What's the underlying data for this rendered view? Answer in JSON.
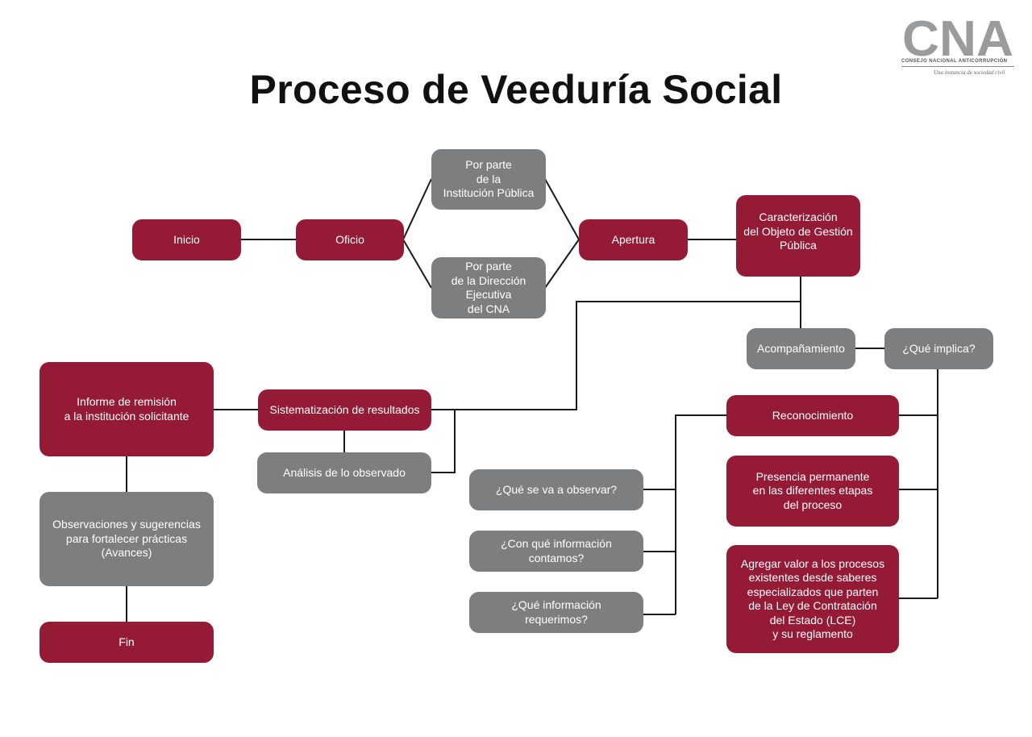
{
  "title": "Proceso de Veeduría Social",
  "logo": {
    "acronym": "CNA",
    "name": "CONSEJO NACIONAL ANTICORRUPCIÓN",
    "tagline": "Una instancia de sociedad civil"
  },
  "colors": {
    "primary": "#951a36",
    "secondary": "#7d7e80",
    "connector": "#1a1a1a"
  },
  "nodes": {
    "inicio": "Inicio",
    "oficio": "Oficio",
    "institucion": "Por parte\nde la\nInstitución Pública",
    "direccion": "Por parte\nde la Dirección\nEjecutiva\ndel CNA",
    "apertura": "Apertura",
    "caracterizacion": "Caracterización\ndel Objeto de Gestión\nPública",
    "acompanamiento": "Acompañamiento",
    "que_implica": "¿Qué implica?",
    "reconocimiento": "Reconocimiento",
    "presencia": "Presencia permanente\nen las diferentes etapas\ndel proceso",
    "agregar_valor": "Agregar valor a los procesos\nexistentes desde saberes\nespecializados que parten\nde la Ley de Contratación\ndel Estado (LCE)\ny su reglamento",
    "que_observar": "¿Qué se va a observar?",
    "con_que_info": "¿Con qué información\ncontamos?",
    "que_info_req": "¿Qué información\nrequerimos?",
    "sistematizacion": "Sistematización de resultados",
    "analisis": "Análisis de lo observado",
    "informe": "Informe de remisión\na la institución solicitante",
    "observaciones": "Observaciones y sugerencias\npara fortalecer prácticas\n(Avances)",
    "fin": "Fin"
  }
}
